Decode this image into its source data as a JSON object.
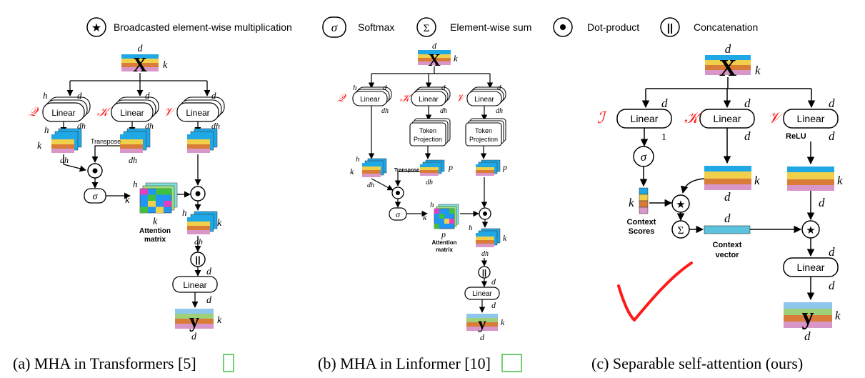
{
  "legend": {
    "star_label": "Broadcasted element-wise multiplication",
    "sigma_symbol": "σ",
    "sigma_label": "Softmax",
    "sum_symbol": "Σ",
    "sum_label": "Element-wise sum",
    "dot_label": "Dot-product",
    "concat_symbol": "||",
    "concat_label": "Concatenation"
  },
  "panel_a": {
    "x_label": "X",
    "y_label": "y",
    "d": "d",
    "k": "k",
    "h": "h",
    "dh": "dh",
    "q": "𝒬",
    "kk": "𝒦",
    "v": "𝒱",
    "linear": "Linear",
    "transpose": "Transpose",
    "attention1": "Attention",
    "attention2": "matrix",
    "caption_prefix": "(a) MHA in Transformers [",
    "caption_ref": "5",
    "caption_suffix": "]"
  },
  "panel_b": {
    "x_label": "X",
    "y_label": "y",
    "d": "d",
    "k": "k",
    "h": "h",
    "dh": "dh",
    "p": "p",
    "q": "𝒬",
    "kk": "𝒦",
    "v": "𝒱",
    "linear": "Linear",
    "token1": "Token",
    "token2": "Projection",
    "transpose": "Transpose",
    "attention1": "Attention",
    "attention2": "matrix",
    "caption_prefix": "(b) MHA in Linformer [",
    "caption_ref": "10",
    "caption_suffix": "]"
  },
  "panel_c": {
    "x_label": "X",
    "y_label": "y",
    "d": "d",
    "k": "k",
    "one": "1",
    "i": "ℐ",
    "kk": "𝒦",
    "v": "𝒱",
    "linear": "Linear",
    "relu": "ReLU",
    "context_scores1": "Context",
    "context_scores2": "Scores",
    "context_vector1": "Context",
    "context_vector2": "vector",
    "caption": "(c) Separable self-attention (ours)"
  },
  "colors": {
    "blue": "#1fa7e6",
    "yellow": "#f0d04a",
    "orange": "#d97c37",
    "pink": "#d996c9",
    "red": "#ff1a1a",
    "link": "#22bb22",
    "context_vec": "#5bc3dd"
  }
}
